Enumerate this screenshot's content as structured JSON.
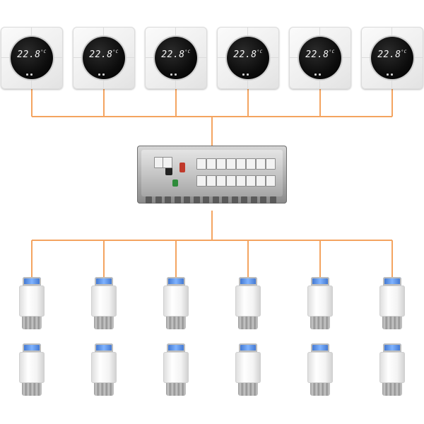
{
  "colors": {
    "wire": "#f4a460",
    "background": "#ffffff",
    "display": "#000000",
    "actuator_cap": "#4a8ae8"
  },
  "thermostats": [
    {
      "temperature": "22.8",
      "unit": "°C"
    },
    {
      "temperature": "22.8",
      "unit": "°C"
    },
    {
      "temperature": "22.8",
      "unit": "°C"
    },
    {
      "temperature": "22.8",
      "unit": "°C"
    },
    {
      "temperature": "22.8",
      "unit": "°C"
    },
    {
      "temperature": "22.8",
      "unit": "°C"
    }
  ],
  "hub": {
    "type": "wiring-center"
  },
  "actuators": {
    "rows": 2,
    "columns": 6
  },
  "icons": [
    "thermostat-icon",
    "wiring-hub-icon",
    "actuator-icon"
  ]
}
